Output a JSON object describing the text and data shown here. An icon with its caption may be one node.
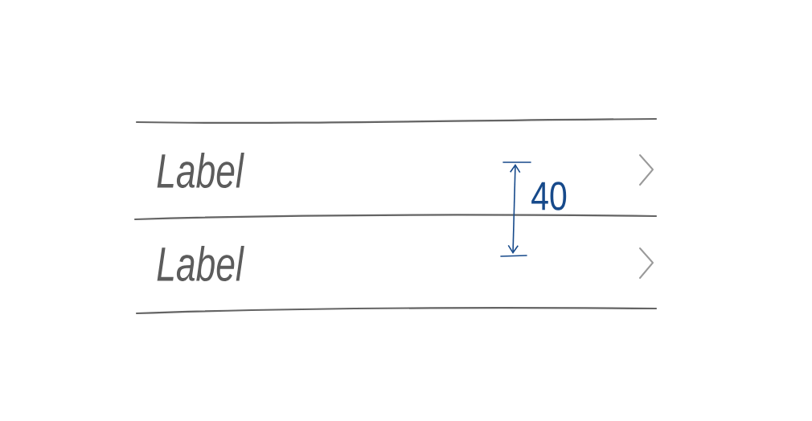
{
  "diagram": {
    "nodes": [
      {
        "text": [
          "Label"
        ]
      },
      {
        "text": [
          "Label"
        ]
      }
    ],
    "labels": [
      "40"
    ]
  }
}
